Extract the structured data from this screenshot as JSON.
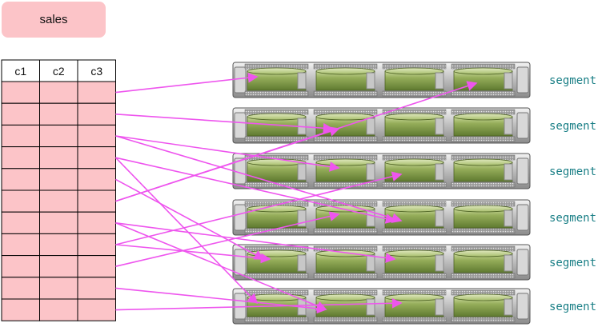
{
  "table": {
    "name": "sales",
    "columns": [
      "c1",
      "c2",
      "c3"
    ],
    "row_count": 11
  },
  "segments": {
    "label": "segment",
    "count": 6,
    "disks_per_segment": 4
  },
  "colors": {
    "table_fill": "#fcc4c8",
    "arrow": "#ee55ee",
    "segment_text": "#1a7f86",
    "disk": "#8faa55"
  },
  "mappings": [
    {
      "row": 0,
      "segment": 0,
      "disk": 0
    },
    {
      "row": 1,
      "segment": 1,
      "disk": 1
    },
    {
      "row": 2,
      "segment": 2,
      "disk": 1
    },
    {
      "row": 3,
      "segment": 3,
      "disk": 2
    },
    {
      "row": 4,
      "segment": 4,
      "disk": 0
    },
    {
      "row": 5,
      "segment": 1,
      "disk": 1
    },
    {
      "row": 6,
      "segment": 4,
      "disk": 2
    },
    {
      "row": 7,
      "segment": 2,
      "disk": 2
    },
    {
      "row": 8,
      "segment": 3,
      "disk": 1
    },
    {
      "row": 9,
      "segment": 5,
      "disk": 1
    },
    {
      "row": 10,
      "segment": 5,
      "disk": 2
    },
    {
      "row": 5,
      "segment": 0,
      "disk": 3
    },
    {
      "row": 3,
      "segment": 5,
      "disk": 0
    },
    {
      "row": 2,
      "segment": 3,
      "disk": 2
    },
    {
      "row": 7,
      "segment": 4,
      "disk": 0
    },
    {
      "row": 6,
      "segment": 5,
      "disk": 1
    }
  ]
}
